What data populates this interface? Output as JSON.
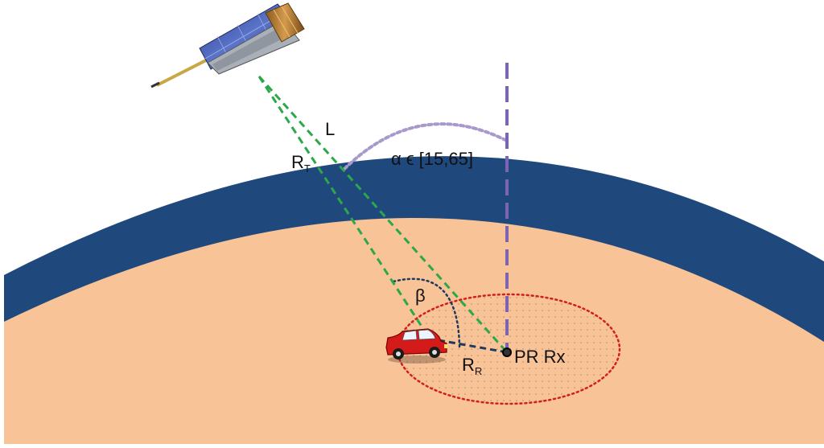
{
  "labels": {
    "L": "L",
    "RT_main": "R",
    "RT_sub": "T",
    "alpha": "α ϵ [15,65]",
    "beta": "β",
    "RR_main": "R",
    "RR_sub": "R",
    "receiver": "PR Rx"
  },
  "icons": {
    "satellite": "satellite-icon",
    "car": "car-icon"
  },
  "colors": {
    "ground": "#f8c396",
    "atmosphere": "#1f497d",
    "signal_lines": "#2aa84a",
    "vertical_line": "#7c64b4",
    "elevation_arc": "#a899cc",
    "ground_link": "#1f3a60",
    "footprint": "#d11f1f",
    "car_body": "#d51a1a"
  }
}
